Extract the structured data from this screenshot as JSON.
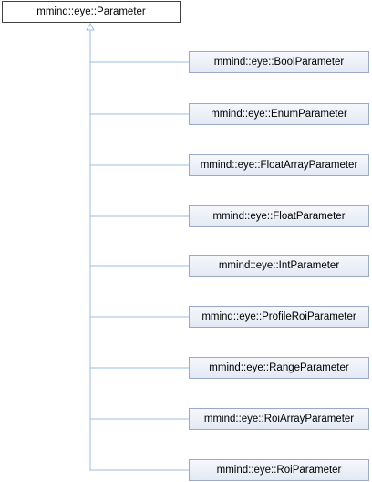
{
  "base_class": {
    "label": "mmind::eye::Parameter"
  },
  "derived_classes": [
    {
      "label": "mmind::eye::BoolParameter"
    },
    {
      "label": "mmind::eye::EnumParameter"
    },
    {
      "label": "mmind::eye::FloatArrayParameter"
    },
    {
      "label": "mmind::eye::FloatParameter"
    },
    {
      "label": "mmind::eye::IntParameter"
    },
    {
      "label": "mmind::eye::ProfileRoiParameter"
    },
    {
      "label": "mmind::eye::RangeParameter"
    },
    {
      "label": "mmind::eye::RoiArrayParameter"
    },
    {
      "label": "mmind::eye::RoiParameter"
    }
  ],
  "colors": {
    "connector": "#9ebee0",
    "base_border": "#404040",
    "derived_border": "#9aa9c9"
  }
}
